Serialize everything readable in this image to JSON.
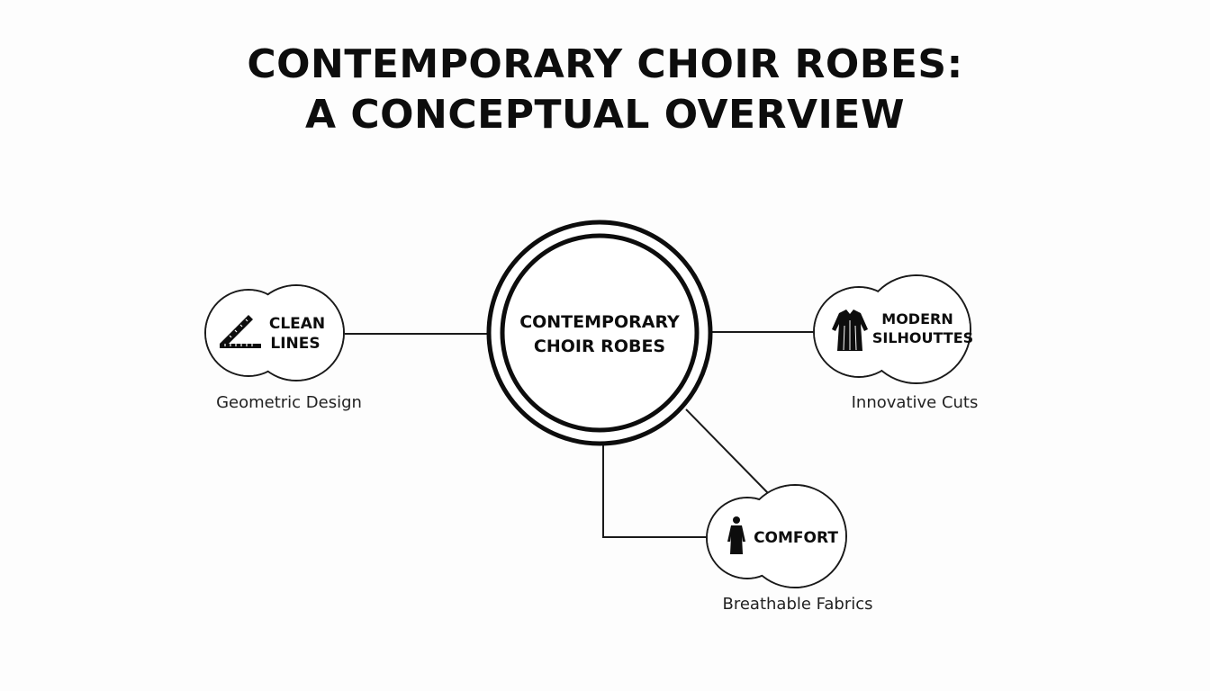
{
  "title": {
    "line1": "CONTEMPORARY CHOIR ROBES:",
    "line2": "A CONCEPTUAL OVERVIEW"
  },
  "center_node": {
    "line1": "CONTEMPORARY",
    "line2": "CHOIR ROBES"
  },
  "nodes": {
    "clean_lines": {
      "line1": "CLEAN",
      "line2": "LINES",
      "caption": "Geometric Design",
      "icon": "ruler-icon"
    },
    "modern_silhouettes": {
      "line1": "MODERN",
      "line2": "SILHOUTTES",
      "caption": "Innovative Cuts",
      "icon": "robe-icon"
    },
    "comfort": {
      "line1": "COMFORT",
      "caption": "Breathable Fabrics",
      "icon": "figure-icon"
    }
  },
  "colors": {
    "ink": "#0d0d0d",
    "background": "#fdfdfd"
  }
}
